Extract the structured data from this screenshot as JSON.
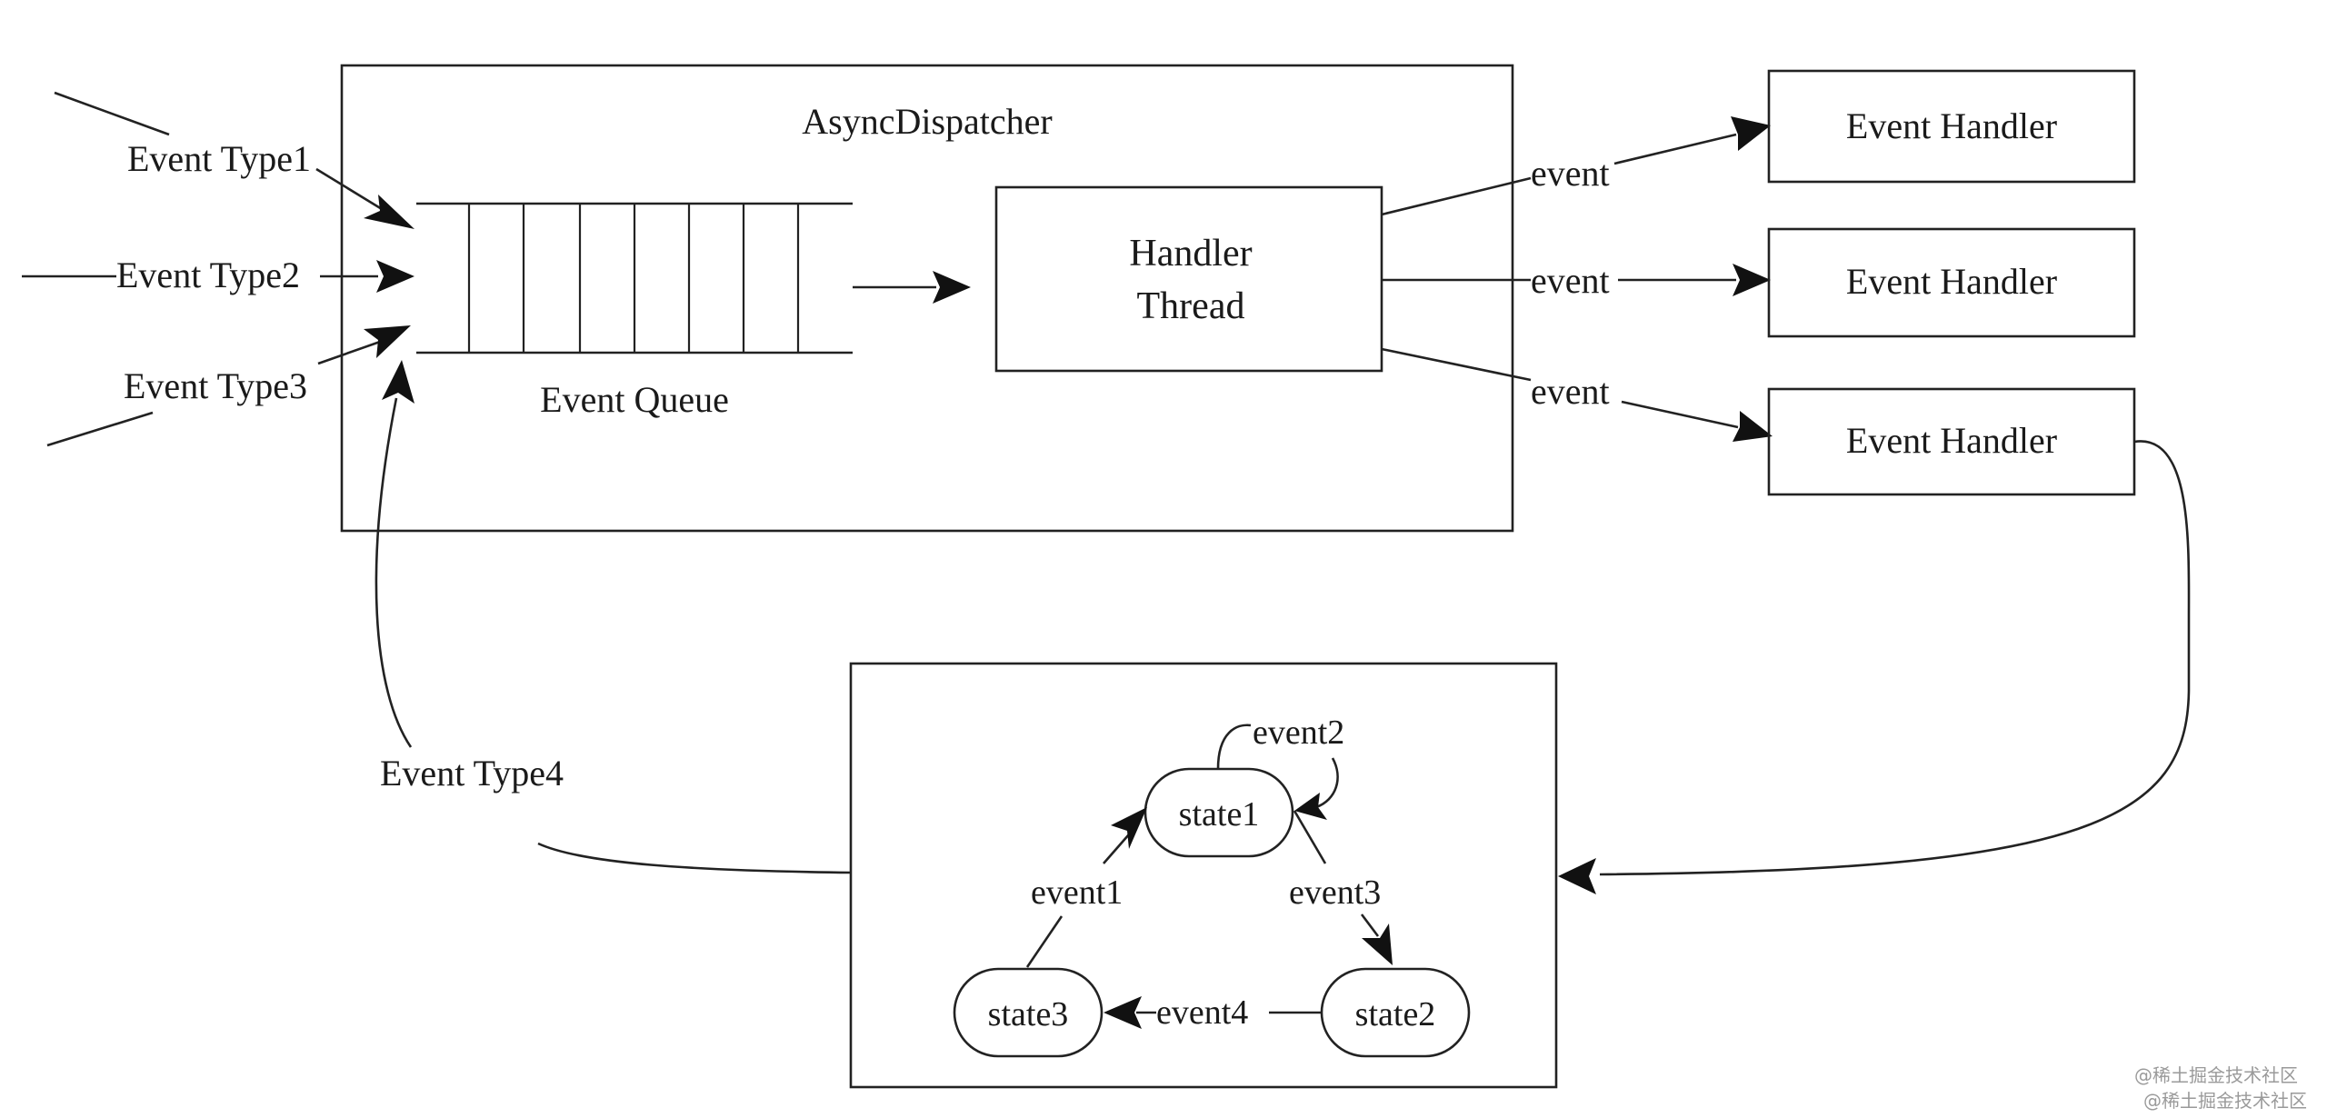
{
  "dispatcher": {
    "title": "AsyncDispatcher"
  },
  "inputs": [
    {
      "label": "Event Type1"
    },
    {
      "label": "Event Type2"
    },
    {
      "label": "Event Type3"
    }
  ],
  "queue": {
    "label": "Event Queue"
  },
  "thread": {
    "line1": "Handler",
    "line2": "Thread"
  },
  "edge_labels": [
    "event",
    "event",
    "event"
  ],
  "handlers": [
    {
      "label": "Event Handler"
    },
    {
      "label": "Event Handler"
    },
    {
      "label": "Event Handler"
    }
  ],
  "feedback": {
    "label": "Event Type4"
  },
  "state_machine": {
    "states": [
      "state1",
      "state2",
      "state3"
    ],
    "transitions": [
      "event1",
      "event2",
      "event3",
      "event4"
    ]
  },
  "watermark": "@稀土掘金技术社区"
}
